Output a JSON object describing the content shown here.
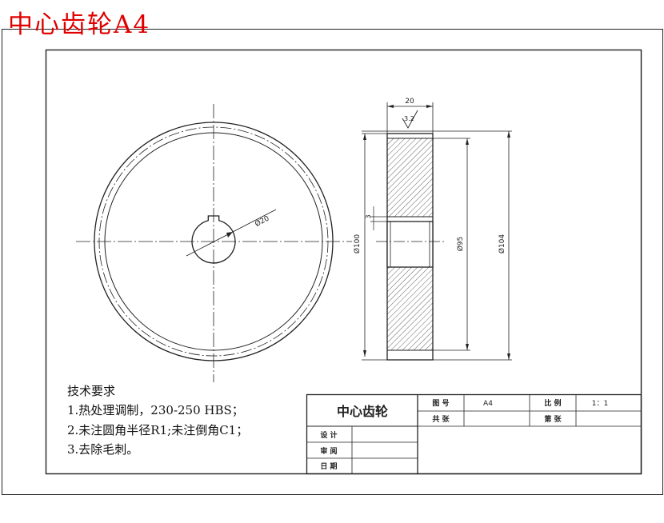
{
  "title": "中心齿轮A4",
  "dims": {
    "width": "20",
    "rough": "3.2",
    "bore": "Ø20",
    "small": "3",
    "d100": "Ø100",
    "d95": "Ø95",
    "d104": "Ø104"
  },
  "notes": {
    "heading": "技术要求",
    "lines": [
      "1.热处理调制，230-250 HBS；",
      "2.未注圆角半径R1;未注倒角C1；",
      "3.去除毛刺。"
    ]
  },
  "title_block": {
    "part_name": "中心齿轮",
    "drawing_no_label": "图 号",
    "drawing_no": "A4",
    "scale_label": "比 例",
    "scale": "1：1",
    "total_sheets_label": "共 张",
    "sheet_label": "第 张",
    "design_label": "设 计",
    "review_label": "审 阅",
    "date_label": "日 期"
  }
}
